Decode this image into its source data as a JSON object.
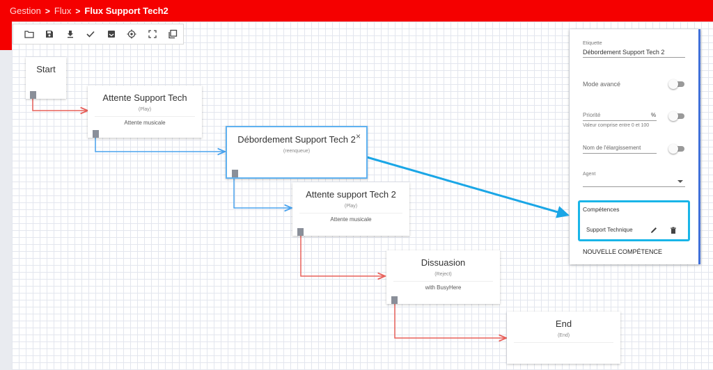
{
  "breadcrumb": {
    "items": [
      "Gestion",
      "Flux"
    ],
    "current": "Flux Support Tech2",
    "separator": ">"
  },
  "toolbar": {
    "icons": [
      "folder-icon",
      "save-icon",
      "download-icon",
      "check-icon",
      "archive-icon",
      "target-icon",
      "fullscreen-icon",
      "copy-icon"
    ]
  },
  "nodes": {
    "start": {
      "title": "Start"
    },
    "attente1": {
      "title": "Attente Support Tech",
      "sub": "(Play)",
      "detail": "Attente musicale"
    },
    "debord": {
      "title": "Débordement Support Tech 2",
      "sub": "(reenqueue)",
      "close": "×"
    },
    "attente2": {
      "title": "Attente support Tech 2",
      "sub": "(Play)",
      "detail": "Attente musicale"
    },
    "dissuasion": {
      "title": "Dissuasion",
      "sub": "(Reject)",
      "detail": "with BusyHere"
    },
    "end": {
      "title": "End",
      "sub": "(End)"
    }
  },
  "panel": {
    "etiquette_label": "Etiquette",
    "etiquette_value": "Débordement Support Tech 2",
    "mode_avance": "Mode avancé",
    "priorite_label": "Priorité",
    "priorite_unit": "%",
    "priorite_hint": "Valeur comprise entre 0 et 100",
    "elargissement": "Nom de l'élargissement",
    "agent_label": "Agent",
    "competences_label": "Compétences",
    "competence_item": "Support Technique",
    "nouvelle_competence": "NOUVELLE COMPÉTENCE"
  },
  "colors": {
    "brand": "#f50000",
    "selected": "#5fb1f0",
    "link_red": "#e8605a",
    "link_blue": "#4aa3ee",
    "highlight": "#19b5e8",
    "panel_accent": "#3f6fd9"
  }
}
